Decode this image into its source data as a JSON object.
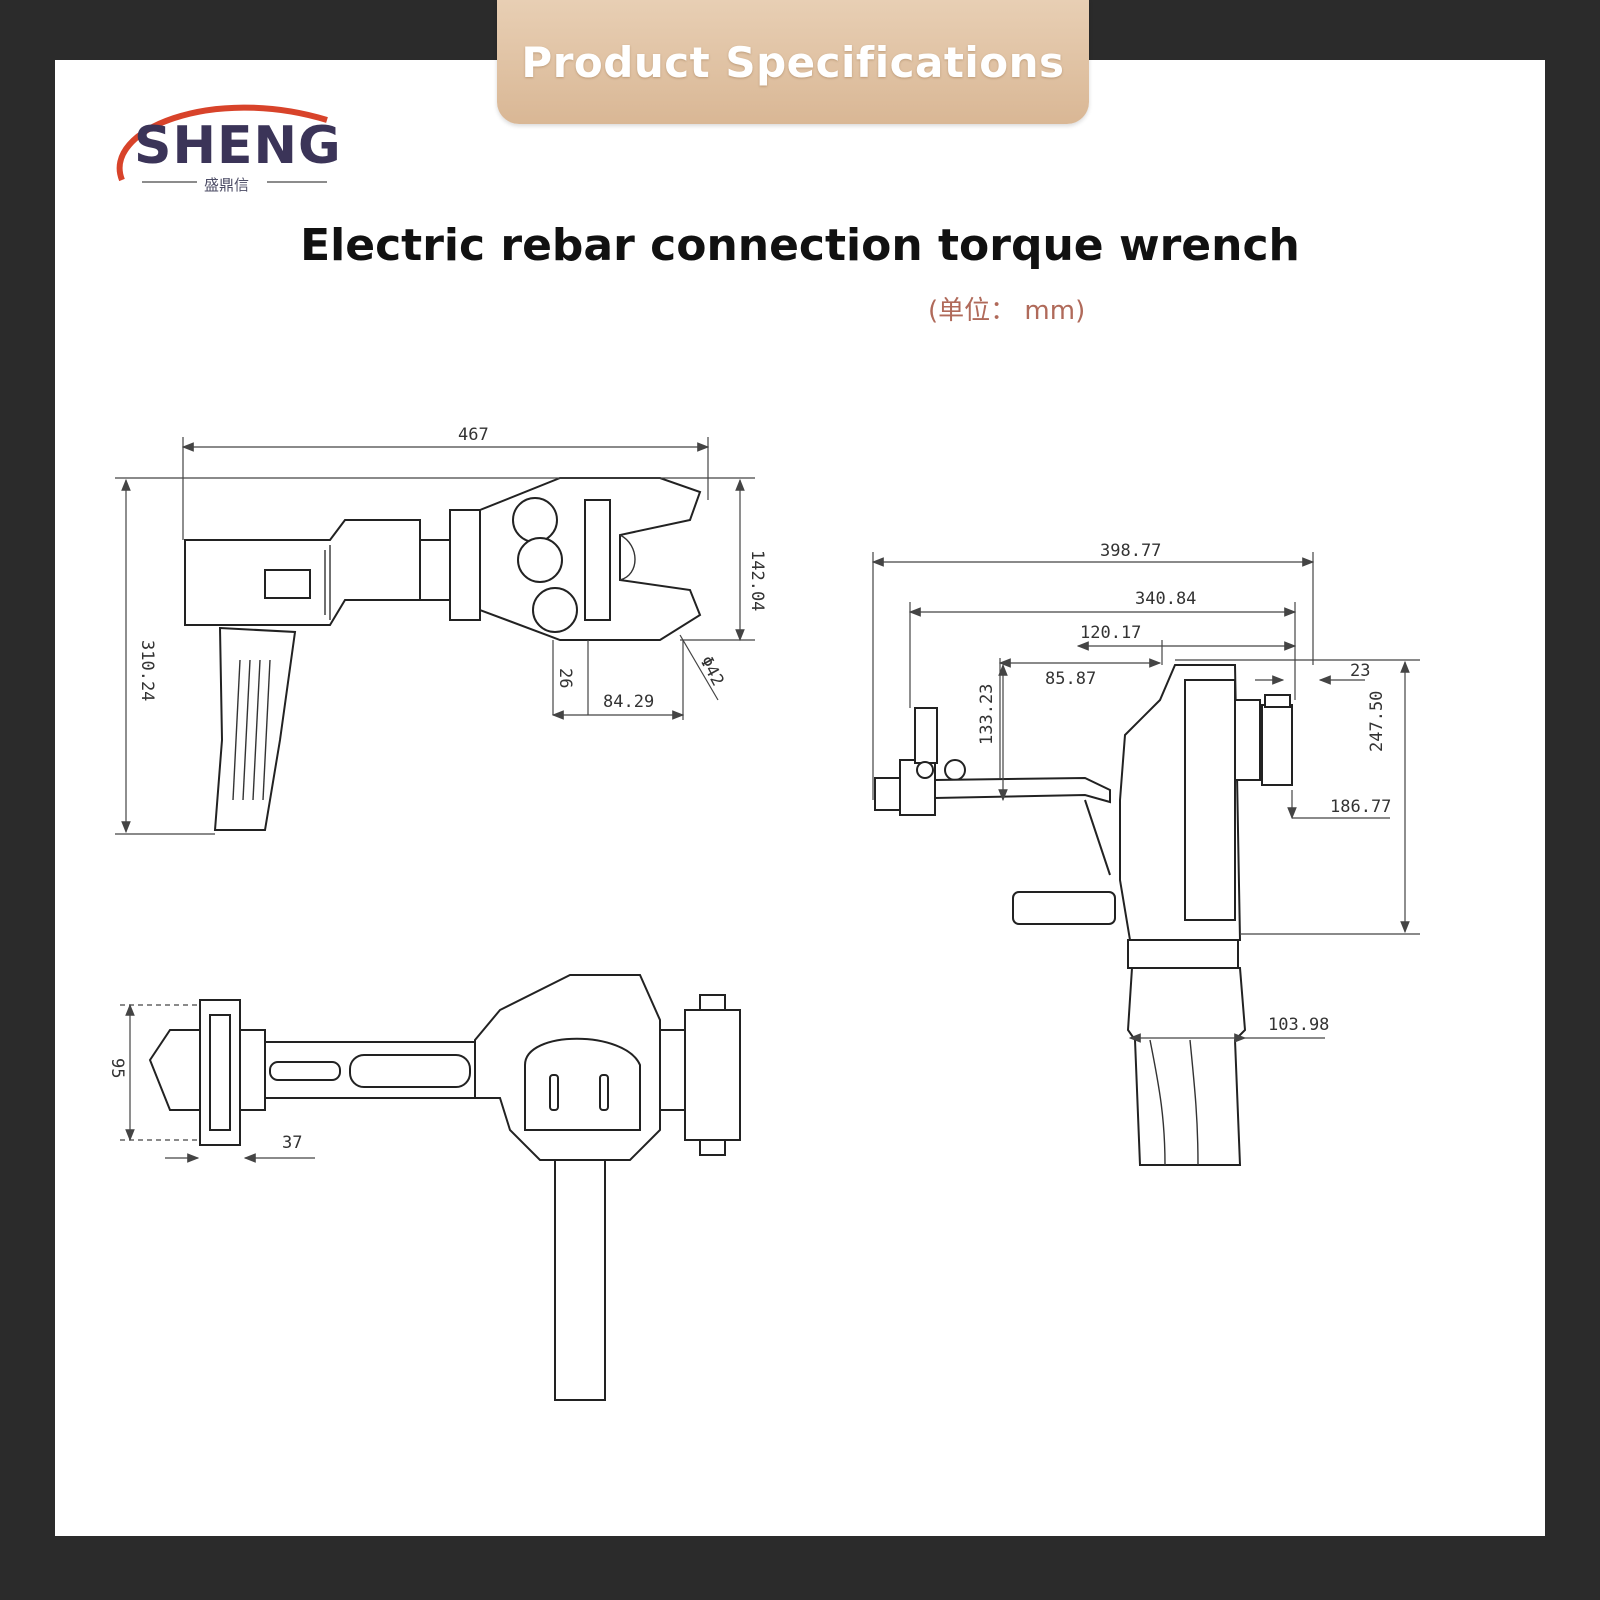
{
  "banner": {
    "label": "Product Specifications"
  },
  "logo": {
    "brand": "SHENG",
    "subtitle": "盛鼎信"
  },
  "title": "Electric rebar connection torque wrench",
  "unit": "(单位： mm)",
  "colors": {
    "background": "#2b2b2b",
    "sheet": "#ffffff",
    "banner": "#dcbd9c",
    "logo_text": "#3b3458",
    "logo_arc": "#d8432a",
    "unit_text": "#b06a5a"
  },
  "dimensions": {
    "side_view": {
      "length": "467",
      "height": "310.24",
      "jaw_height": "142.04",
      "jaw_offset": "26",
      "jaw_reach": "84.29",
      "jaw_diameter": "Φ42"
    },
    "top_view": {
      "width": "95",
      "offset": "37"
    },
    "end_view": {
      "total": "398.77",
      "span": "340.84",
      "inner": "120.17",
      "inner2": "85.87",
      "edge": "23",
      "height": "247.50",
      "arm_height": "133.23",
      "lower": "186.77",
      "base": "103.98"
    }
  }
}
